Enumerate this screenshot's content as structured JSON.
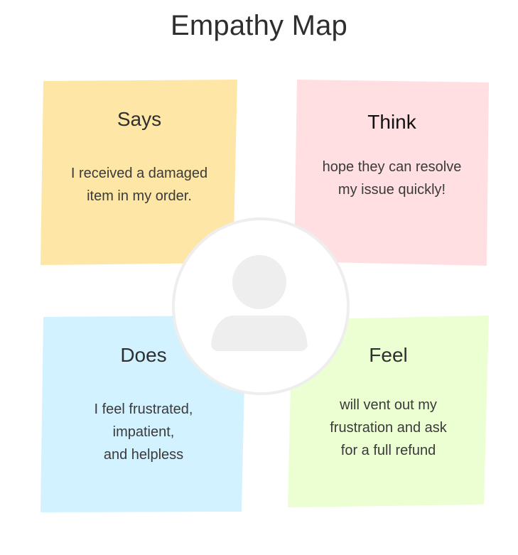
{
  "title": "Empathy Map",
  "quadrants": {
    "says": {
      "heading": "Says",
      "text": "I received a damaged\nitem in my order.",
      "color": "#fde6a6"
    },
    "think": {
      "heading": "Think",
      "text": "hope they can resolve\nmy issue quickly!",
      "color": "#ffdfe1"
    },
    "does": {
      "heading": "Does",
      "text": "I feel frustrated,\nimpatient,\nand helpless",
      "color": "#d2f2ff"
    },
    "feel": {
      "heading": "Feel",
      "text": "will vent out my\nfrustration and ask\nfor a full refund",
      "color": "#ebffd3"
    }
  },
  "avatar": {
    "icon": "user-icon",
    "ring_color": "#eeeeee",
    "fill_color": "#ffffff",
    "icon_color": "#eeeeee"
  }
}
